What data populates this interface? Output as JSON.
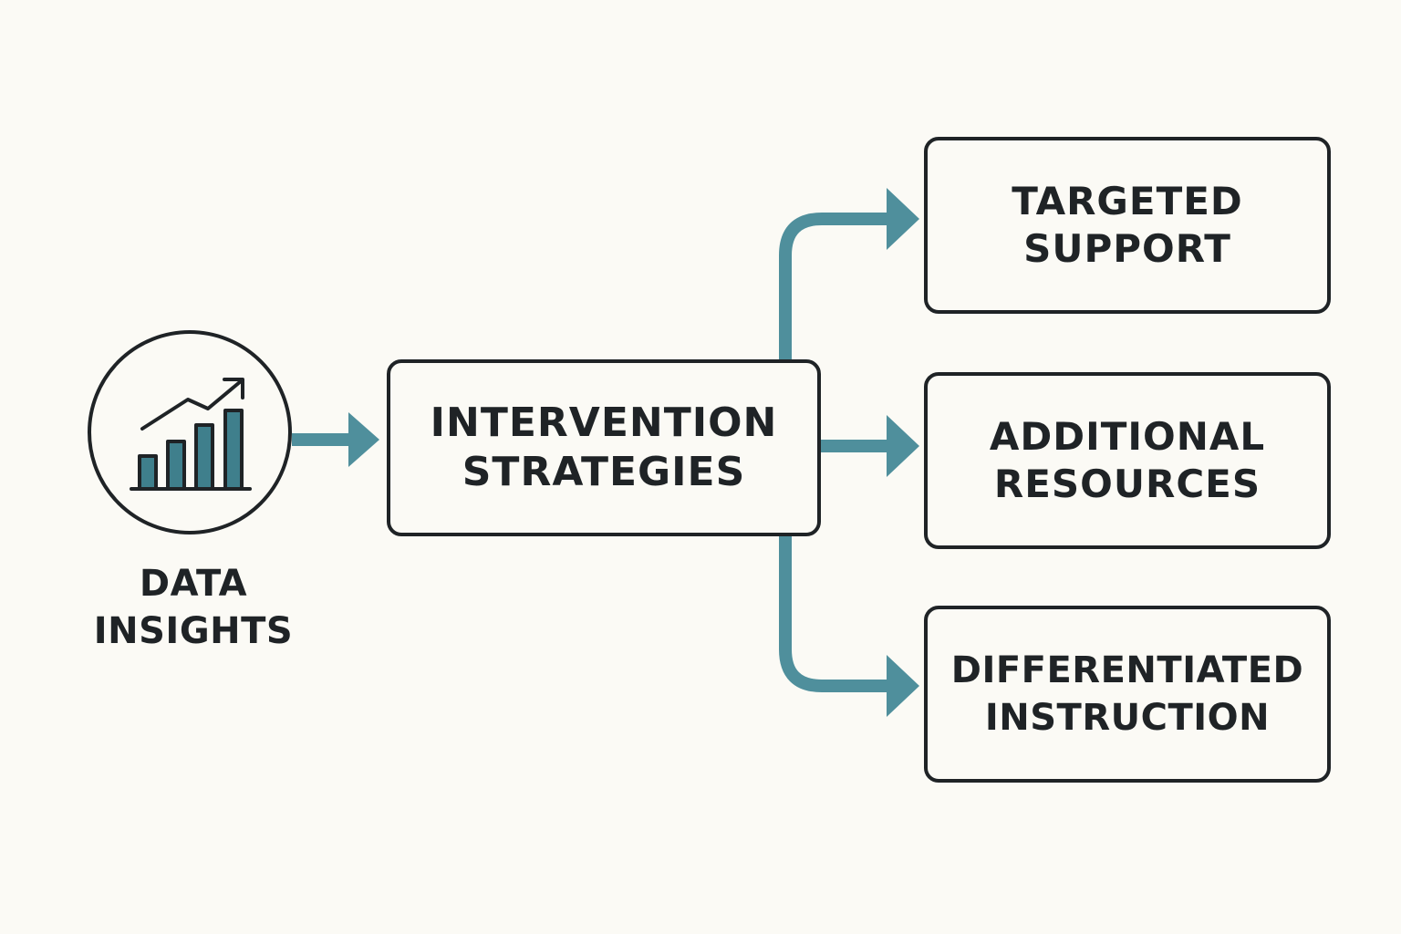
{
  "colors": {
    "background": "#fbfaf5",
    "stroke": "#1f2326",
    "connector": "#4f8f9c",
    "bar_fill": "#3f7f8c"
  },
  "source": {
    "icon": "bar-chart-trend-icon",
    "label_line1": "DATA",
    "label_line2": "INSIGHTS"
  },
  "center": {
    "line1": "INTERVENTION",
    "line2": "STRATEGIES"
  },
  "outputs": [
    {
      "line1": "TARGETED",
      "line2": "SUPPORT"
    },
    {
      "line1": "ADDITIONAL",
      "line2": "RESOURCES"
    },
    {
      "line1": "DIFFERENTIATED",
      "line2": "INSTRUCTION"
    }
  ]
}
